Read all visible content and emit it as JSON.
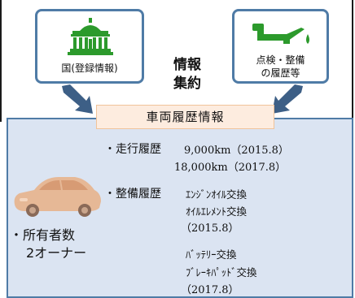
{
  "sources": {
    "government": {
      "label": "国(登録情報)",
      "icon": "government-building-icon"
    },
    "maintenance": {
      "label_line1": "点検・整備",
      "label_line2": "の履歴等",
      "icon": "oil-can-icon"
    }
  },
  "center_title": {
    "line1": "情報",
    "line2": "集約"
  },
  "history_header": "車両履歴情報",
  "mileage": {
    "label": "・走行履歴",
    "entries": [
      "9,000km（2015.8）",
      "18,000km（2017.8）"
    ]
  },
  "maintenance_history": {
    "label": "・整備履歴",
    "group1": [
      "ｴﾝｼﾞﾝｵｲﾙ交換",
      "ｵｲﾙｴﾚﾒﾝﾄ交換",
      "（2015.8）"
    ],
    "group2": [
      "ﾊﾞｯﾃﾘｰ交換",
      "ﾌﾞﾚｰｷﾊﾟｯﾄﾞ交換",
      "（2017.8）"
    ]
  },
  "owners": {
    "line1": "・所有者数",
    "line2": "2オーナー"
  },
  "colors": {
    "box_border": "#4f7ba6",
    "icon_green": "#2c9a2c",
    "arrow": "#3d5f86",
    "panel_bg": "#dbe4f2",
    "header_bg": "#fdecdf",
    "car": "#e6b896"
  }
}
